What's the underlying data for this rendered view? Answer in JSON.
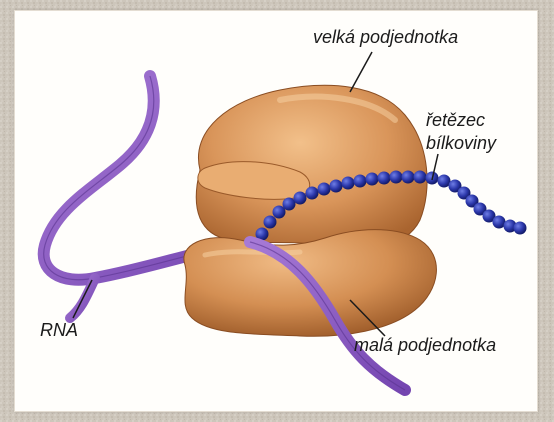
{
  "labels": {
    "large_subunit": "velká podjednotka",
    "protein_chain_line1": "řetězec",
    "protein_chain_line2": "bílkoviny",
    "rna": "RNA",
    "small_subunit": "malá podjednotka"
  },
  "colors": {
    "background": "#cfc8bd",
    "panel": "#fffefb",
    "subunit_light": "#e6a86b",
    "subunit_mid": "#c9854b",
    "subunit_dark": "#9a5a2a",
    "rna_ribbon": "#8a58c0",
    "rna_ribbon_dark": "#5a3390",
    "chain_bead": "#2733a3",
    "chain_bead_highlight": "#5b6ad8"
  }
}
